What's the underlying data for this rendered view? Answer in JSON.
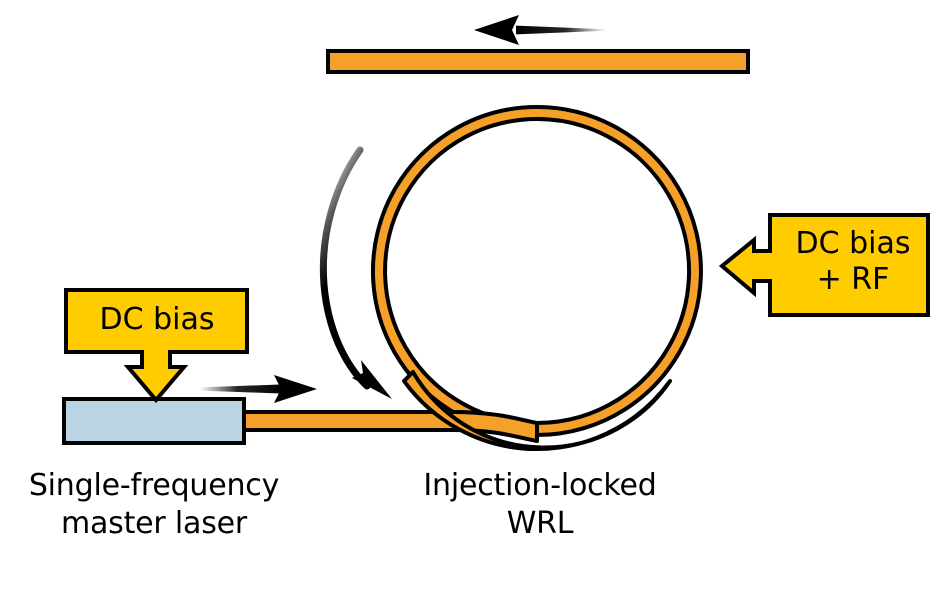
{
  "figure": {
    "type": "schematic-diagram",
    "title": "Injection-locked waveguide ring laser schematic",
    "background_color": "#ffffff"
  },
  "colors": {
    "waveguide_orange": "#F5A029",
    "bias_yellow": "#FFCC00",
    "laser_blue": "#BAD4E3",
    "outline_black": "#000000",
    "text_black": "#000000"
  },
  "components": {
    "master_laser": {
      "name": "Single-frequency master laser",
      "fill": "#BAD4E3",
      "caption_line1": "Single-frequency",
      "caption_line2": "master laser"
    },
    "ring": {
      "name": "Injection-locked WRL",
      "fill": "#F5A029",
      "caption_line1": "Injection-locked",
      "caption_line2": "WRL"
    },
    "output_waveguide": {
      "name": "output bus waveguide",
      "fill": "#F5A029"
    },
    "dc_bias_box": {
      "label": "DC bias",
      "fill": "#FFCC00",
      "arrow_direction": "down",
      "target": "master-laser"
    },
    "dc_bias_rf_box": {
      "label_line1": "DC bias",
      "label_line2": "+ RF",
      "fill": "#FFCC00",
      "arrow_direction": "left",
      "target": "ring-resonator"
    }
  },
  "arrows": {
    "top_output_arrow": {
      "name": "output-light-arrow",
      "direction": "left",
      "color": "#000000"
    },
    "injection_arrow": {
      "name": "injection-light-arrow",
      "direction": "right",
      "color": "#000000"
    },
    "circulation_arrow": {
      "name": "ring-circulation-arrow",
      "direction": "clockwise",
      "color": "#000000"
    }
  },
  "captions": {
    "laser": "Single-frequency\nmaster laser",
    "wrl": "Injection-locked\nWRL"
  },
  "labels": {
    "dc_bias": "DC bias",
    "dc_bias_rf": "DC bias\n+ RF"
  }
}
